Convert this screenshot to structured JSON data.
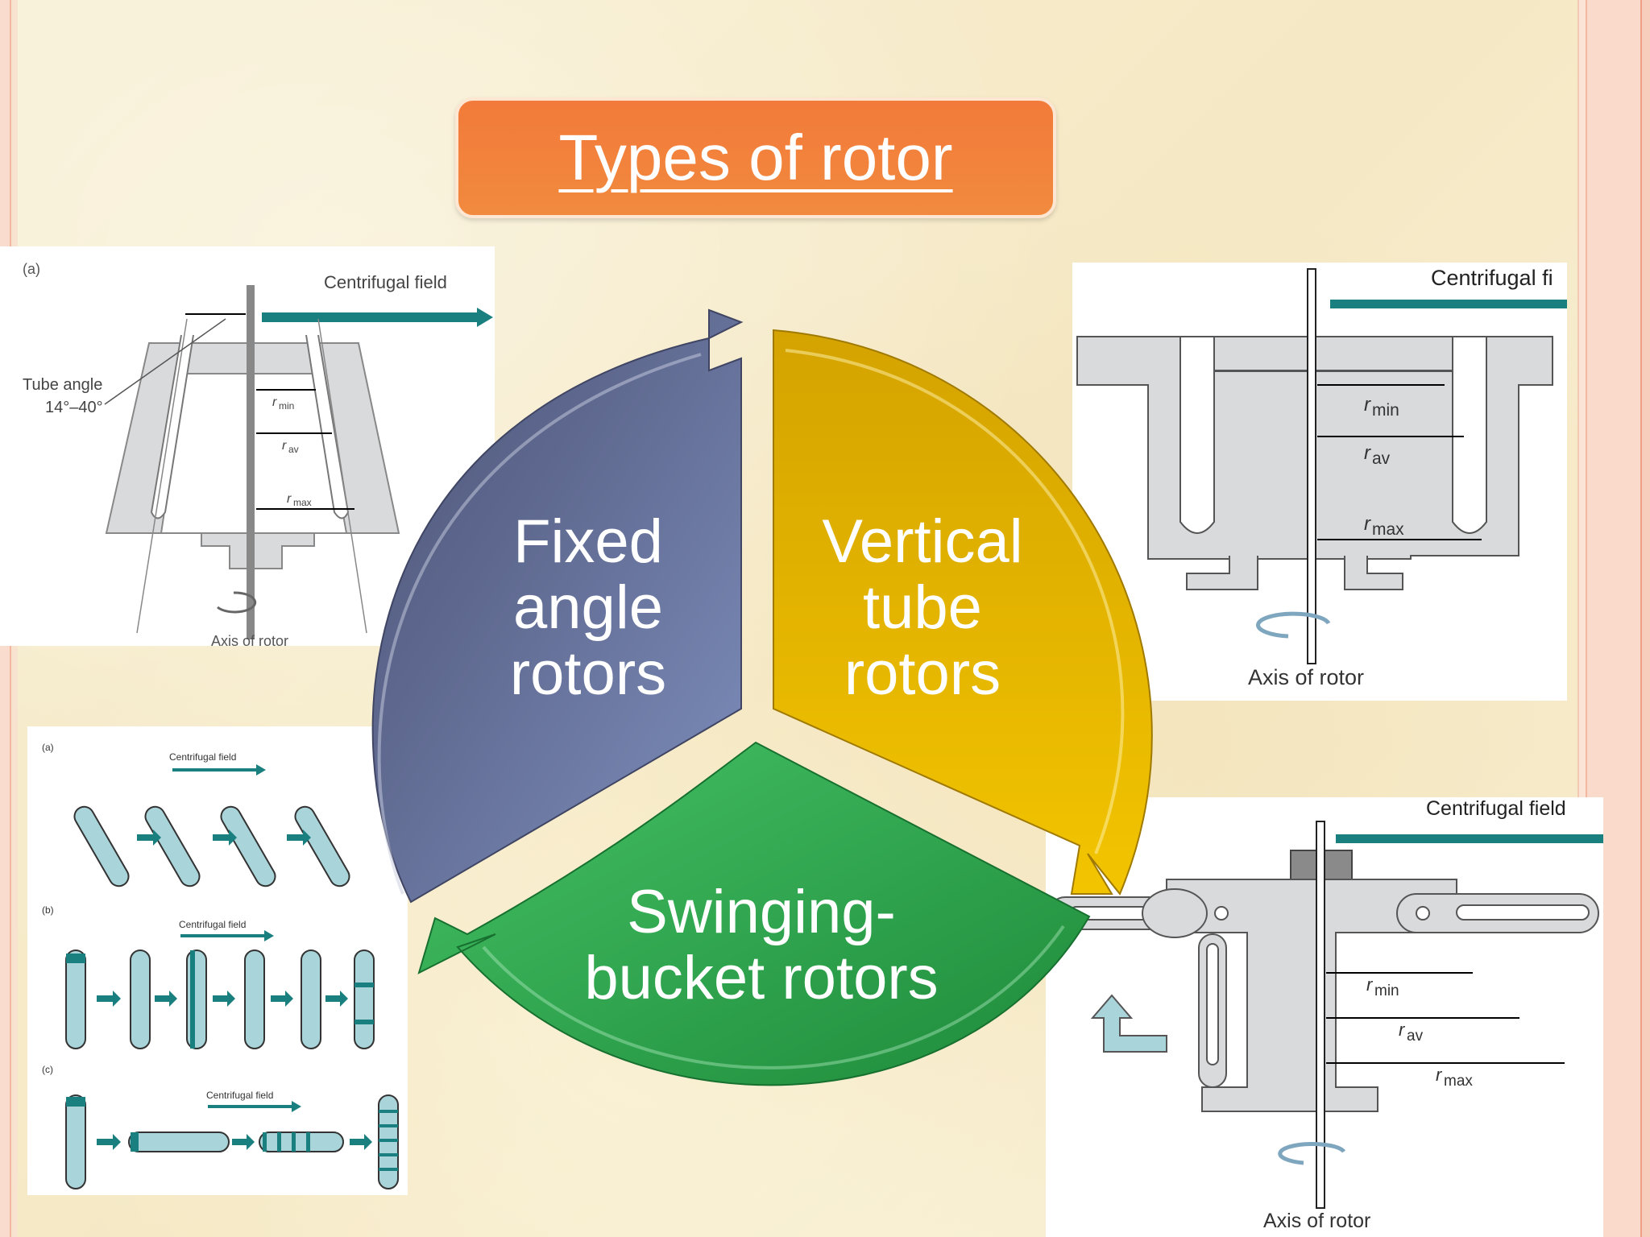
{
  "title": "Types of rotor",
  "segments": {
    "fixed": [
      "Fixed",
      "angle",
      "rotors"
    ],
    "vertical": [
      "Vertical",
      "tube",
      "rotors"
    ],
    "swinging": [
      "Swinging-",
      "bucket rotors"
    ]
  },
  "panel_fixed_angle": {
    "panel_label": "(a)",
    "field_label": "Centrifugal field",
    "tube_angle_label": "Tube angle",
    "tube_angle_range": "14°–40°",
    "r_min": "min",
    "r_av": "av",
    "r_max": "max",
    "axis_label": "Axis of rotor"
  },
  "panel_vertical": {
    "field_label": "Centrifugal fi",
    "r_min": "min",
    "r_av": "av",
    "r_max": "max",
    "axis_label": "Axis of rotor"
  },
  "panel_swinging": {
    "field_label": "Centrifugal field",
    "r_min": "min",
    "r_av": "av",
    "r_max": "max",
    "axis_label": "Axis of rotor"
  },
  "panel_tubes": {
    "label_a": "(a)",
    "label_b": "(b)",
    "label_c": "(c)",
    "field_label": "Centrifugal field"
  },
  "colors": {
    "fixed": "#5d6a96",
    "vertical": "#e0b000",
    "swinging": "#2fa84a",
    "title_bg": "#f27a3a",
    "teal": "#1a7f7f",
    "rotor_gray": "#d9dadc"
  }
}
